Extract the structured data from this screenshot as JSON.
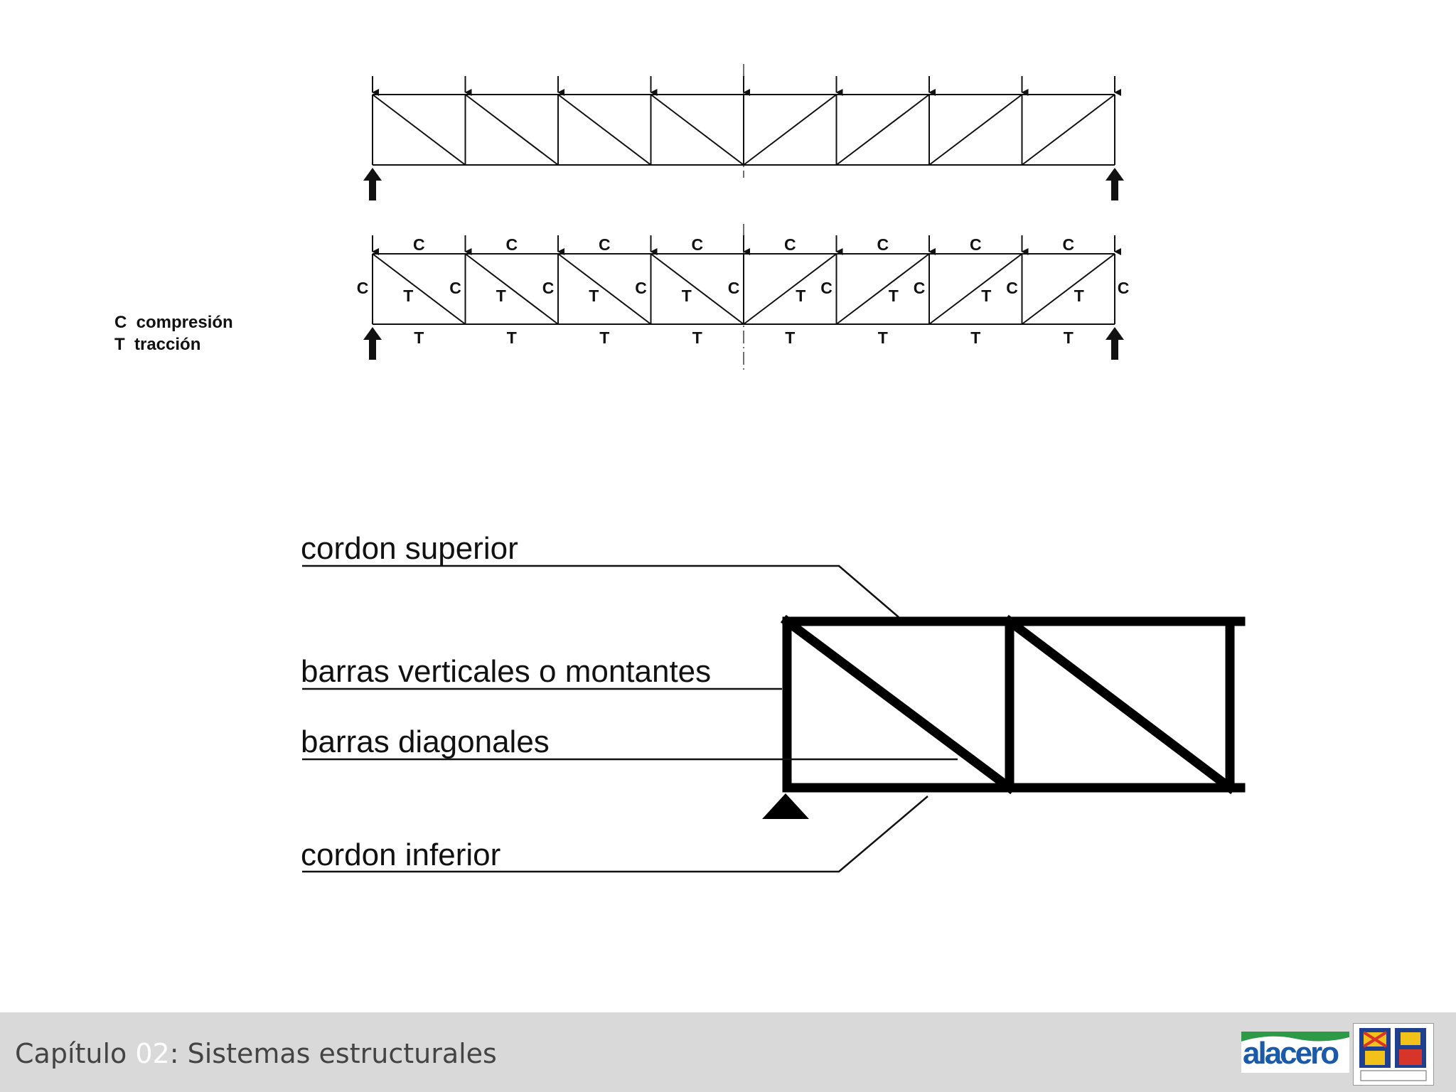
{
  "legend": {
    "compression": "C  compresión",
    "tension": "T  tracción"
  },
  "truss_diagram": {
    "top_chord_forces": [
      "C",
      "C",
      "C",
      "C",
      "C",
      "C",
      "C",
      "C"
    ],
    "vertical_forces": [
      "C",
      "C",
      "C",
      "C",
      "C",
      "C",
      "C",
      "C",
      "C"
    ],
    "diagonal_forces": [
      "T",
      "T",
      "T",
      "T",
      "T",
      "T",
      "T",
      "T"
    ],
    "bottom_chord_forces": [
      "T",
      "T",
      "T",
      "T",
      "T",
      "T",
      "T",
      "T"
    ]
  },
  "parts": {
    "top_chord": "cordon superior",
    "verticals": "barras verticales o montantes",
    "diagonals": "barras diagonales",
    "bottom_chord": "cordon inferior"
  },
  "footer": {
    "title_prefix": "Capítulo ",
    "chapter_number": "02",
    "title_suffix": ": Sistemas estructurales",
    "logo_text": "alacero"
  }
}
